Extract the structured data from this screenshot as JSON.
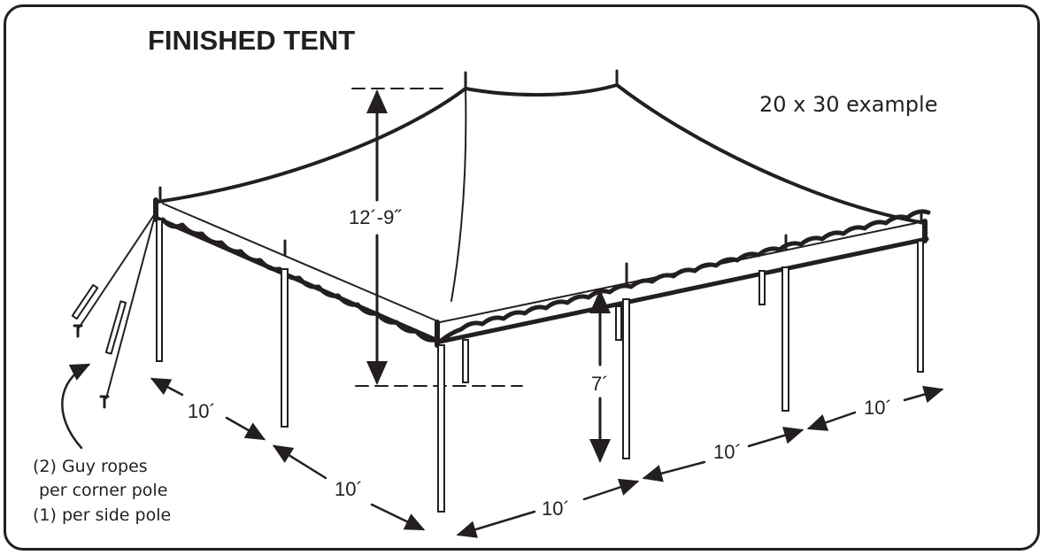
{
  "title": "FINISHED TENT",
  "subtitle": "20 x 30 example",
  "dimensions": {
    "peak_height": "12´-9˝",
    "side_height": "7´",
    "front_left": "10´",
    "front_right": "10´",
    "side_1": "10´",
    "side_2": "10´",
    "side_3": "10´"
  },
  "guy_rope_note": {
    "line1": "(2) Guy ropes",
    "line2": "per corner pole",
    "line3": "(1) per side pole"
  },
  "colors": {
    "ink": "#231f20",
    "background": "#ffffff"
  }
}
